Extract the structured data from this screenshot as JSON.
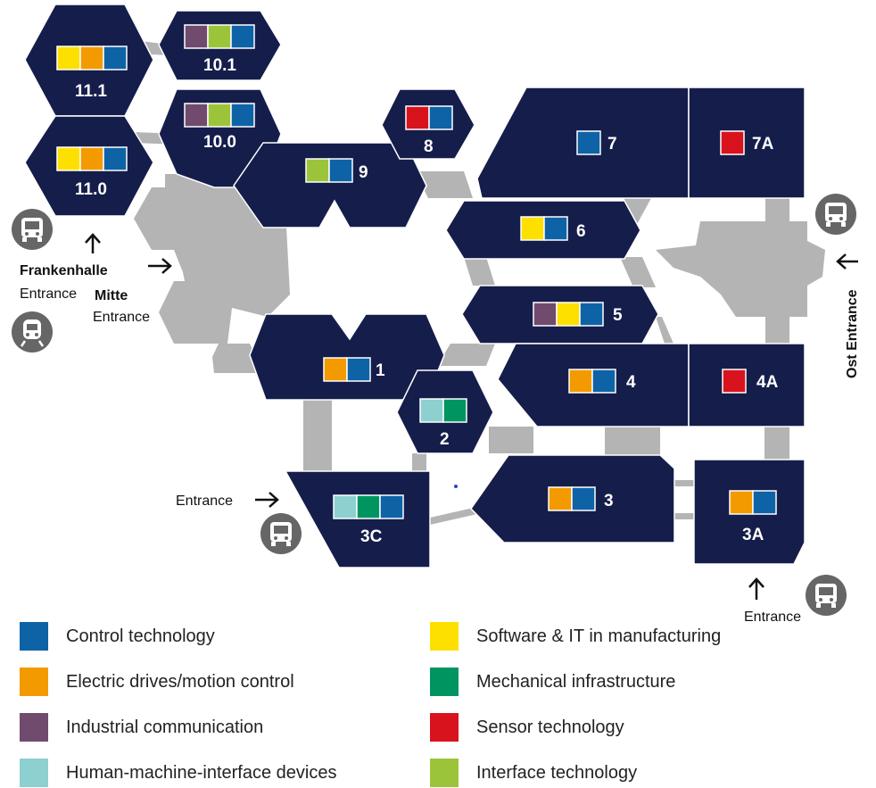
{
  "colors": {
    "hall": "#151d4b",
    "walkway": "#b4b4b4",
    "control": "#0e63a6",
    "drives": "#f29a00",
    "communication": "#704b6e",
    "hmi": "#8ecfd0",
    "software": "#fde000",
    "mechanical": "#009560",
    "sensor": "#d9131d",
    "interface": "#9cc43b"
  },
  "halls": {
    "h11_1": {
      "label": "11.1",
      "topics": [
        "software",
        "drives",
        "control"
      ]
    },
    "h10_1": {
      "label": "10.1",
      "topics": [
        "communication",
        "interface",
        "control"
      ]
    },
    "h10_0": {
      "label": "10.0",
      "topics": [
        "communication",
        "interface",
        "control"
      ]
    },
    "h11_0": {
      "label": "11.0",
      "topics": [
        "software",
        "drives",
        "control"
      ]
    },
    "h9": {
      "label": "9",
      "topics": [
        "interface",
        "control"
      ]
    },
    "h8": {
      "label": "8",
      "topics": [
        "sensor",
        "control"
      ]
    },
    "h7": {
      "label": "7",
      "topics": [
        "control"
      ]
    },
    "h7a": {
      "label": "7A",
      "topics": [
        "sensor"
      ]
    },
    "h6": {
      "label": "6",
      "topics": [
        "software",
        "control"
      ]
    },
    "h5": {
      "label": "5",
      "topics": [
        "communication",
        "software",
        "control"
      ]
    },
    "h1": {
      "label": "1",
      "topics": [
        "drives",
        "control"
      ]
    },
    "h4": {
      "label": "4",
      "topics": [
        "drives",
        "control"
      ]
    },
    "h4a": {
      "label": "4A",
      "topics": [
        "sensor"
      ]
    },
    "h2": {
      "label": "2",
      "topics": [
        "hmi",
        "mechanical"
      ]
    },
    "h3c": {
      "label": "3C",
      "topics": [
        "hmi",
        "mechanical",
        "control"
      ]
    },
    "h3": {
      "label": "3",
      "topics": [
        "drives",
        "control"
      ]
    },
    "h3a": {
      "label": "3A",
      "topics": [
        "drives",
        "control"
      ]
    }
  },
  "entrances": {
    "frankenhalle_name": "Frankenhalle",
    "frankenhalle_word": "Entrance",
    "mitte_name": "Mitte",
    "mitte_word": "Entrance",
    "west": "Entrance",
    "south": "Entrance",
    "ost": "Ost Entrance"
  },
  "legend": [
    {
      "key": "control",
      "label": "Control technology",
      "color": "#0e63a6"
    },
    {
      "key": "drives",
      "label": "Electric drives/motion control",
      "color": "#f29a00"
    },
    {
      "key": "communication",
      "label": "Industrial communication",
      "color": "#704b6e"
    },
    {
      "key": "hmi",
      "label": "Human-machine-interface devices",
      "color": "#8ecfd0"
    },
    {
      "key": "software",
      "label": "Software & IT in manufacturing",
      "color": "#fde000"
    },
    {
      "key": "mechanical",
      "label": "Mechanical infrastructure",
      "color": "#009560"
    },
    {
      "key": "sensor",
      "label": "Sensor technology",
      "color": "#d9131d"
    },
    {
      "key": "interface",
      "label": "Interface technology",
      "color": "#9cc43b"
    }
  ]
}
